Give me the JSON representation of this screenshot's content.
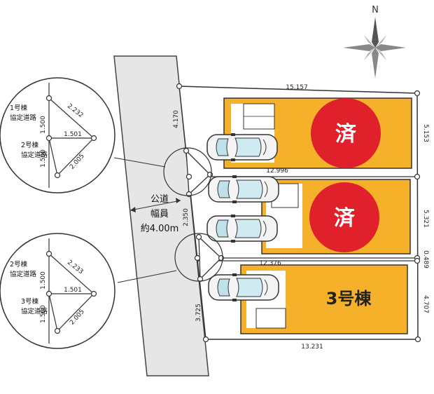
{
  "compass": {
    "north_label": "N"
  },
  "road": {
    "line1": "公道",
    "line2": "幅員",
    "line3": "約4.00m"
  },
  "lots": [
    {
      "status_label": "済",
      "status_color": "#e0202a",
      "fill_color": "#f6b12a"
    },
    {
      "status_label": "済",
      "status_color": "#e0202a",
      "fill_color": "#f6b12a"
    },
    {
      "name": "3号棟",
      "fill_color": "#f6b12a"
    }
  ],
  "dimensions": {
    "top": "15.157",
    "right_lot1": "5.153",
    "lot1_bottom": "12.996",
    "right_lot2": "5.321",
    "right_gap": "0.489",
    "lot3_top": "12.376",
    "right_lot3": "4.707",
    "bottom": "13.231",
    "left_upper": "4.170",
    "left_middle": "2.350",
    "left_lower": "3.725"
  },
  "detail_upper": {
    "label_a_line1": "1号棟",
    "label_a_line2": "協定道路",
    "label_b_line1": "2号棟",
    "label_b_line2": "協定道路",
    "dim_diag": "2.232",
    "dim_vert_top": "1.500",
    "dim_mid": "1.501",
    "dim_vert_bottom": "1.500",
    "dim_low": "2.005"
  },
  "detail_lower": {
    "label_a_line1": "2号棟",
    "label_a_line2": "協定道路",
    "label_b_line1": "3号棟",
    "label_b_line2": "協定道路",
    "dim_diag": "2.233",
    "dim_vert_top": "1.500",
    "dim_mid": "1.501",
    "dim_vert_bottom": "1.500",
    "dim_low": "2.005"
  }
}
